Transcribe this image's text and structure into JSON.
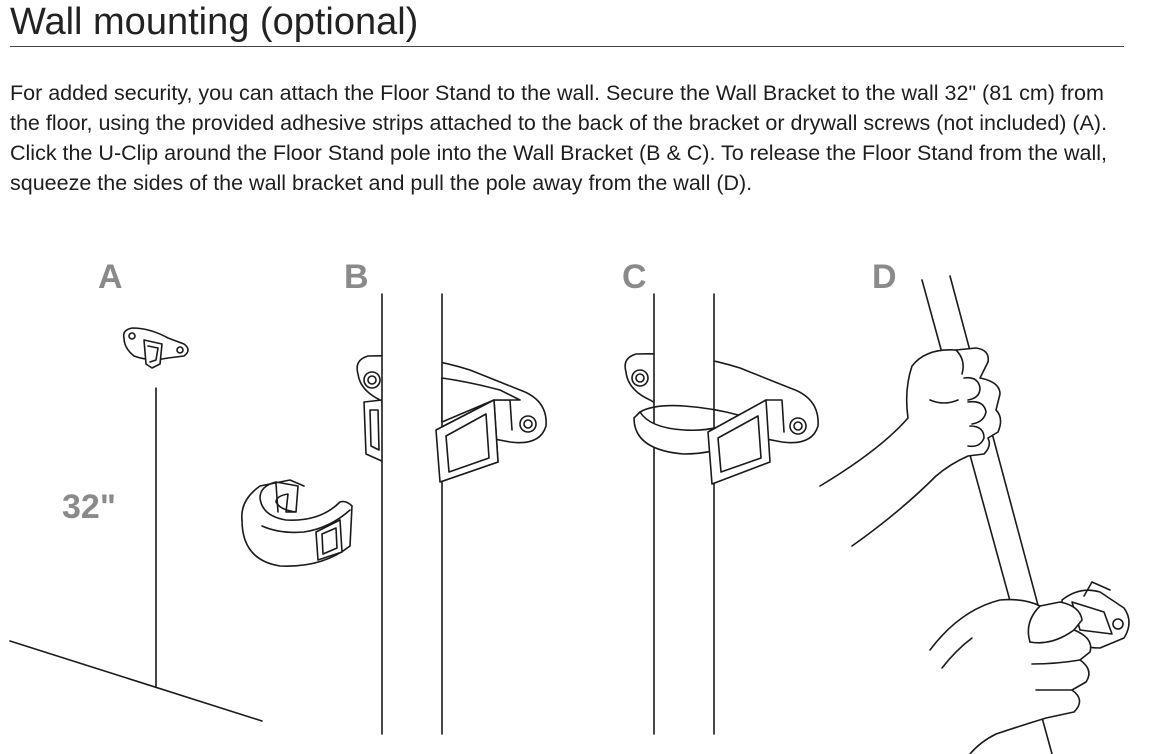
{
  "section": {
    "title": "Wall mounting (optional)",
    "body": "For added security, you can attach the Floor Stand to the wall. Secure the Wall Bracket to the wall 32\" (81 cm) from the floor, using the provided adhesive strips attached to the back of the bracket or drywall screws (not included) (A). Click the U-Clip around the Floor Stand pole into the Wall Bracket (B & C). To release the Floor Stand from the wall, squeeze the sides of the wall bracket and pull the pole away from the wall (D)."
  },
  "illustration": {
    "panels": [
      {
        "letter": "A"
      },
      {
        "letter": "B"
      },
      {
        "letter": "C"
      },
      {
        "letter": "D"
      }
    ],
    "height_label": "32\"",
    "colors": {
      "label_gray": "#8a8a8a",
      "line": "#1a1a1a"
    }
  }
}
